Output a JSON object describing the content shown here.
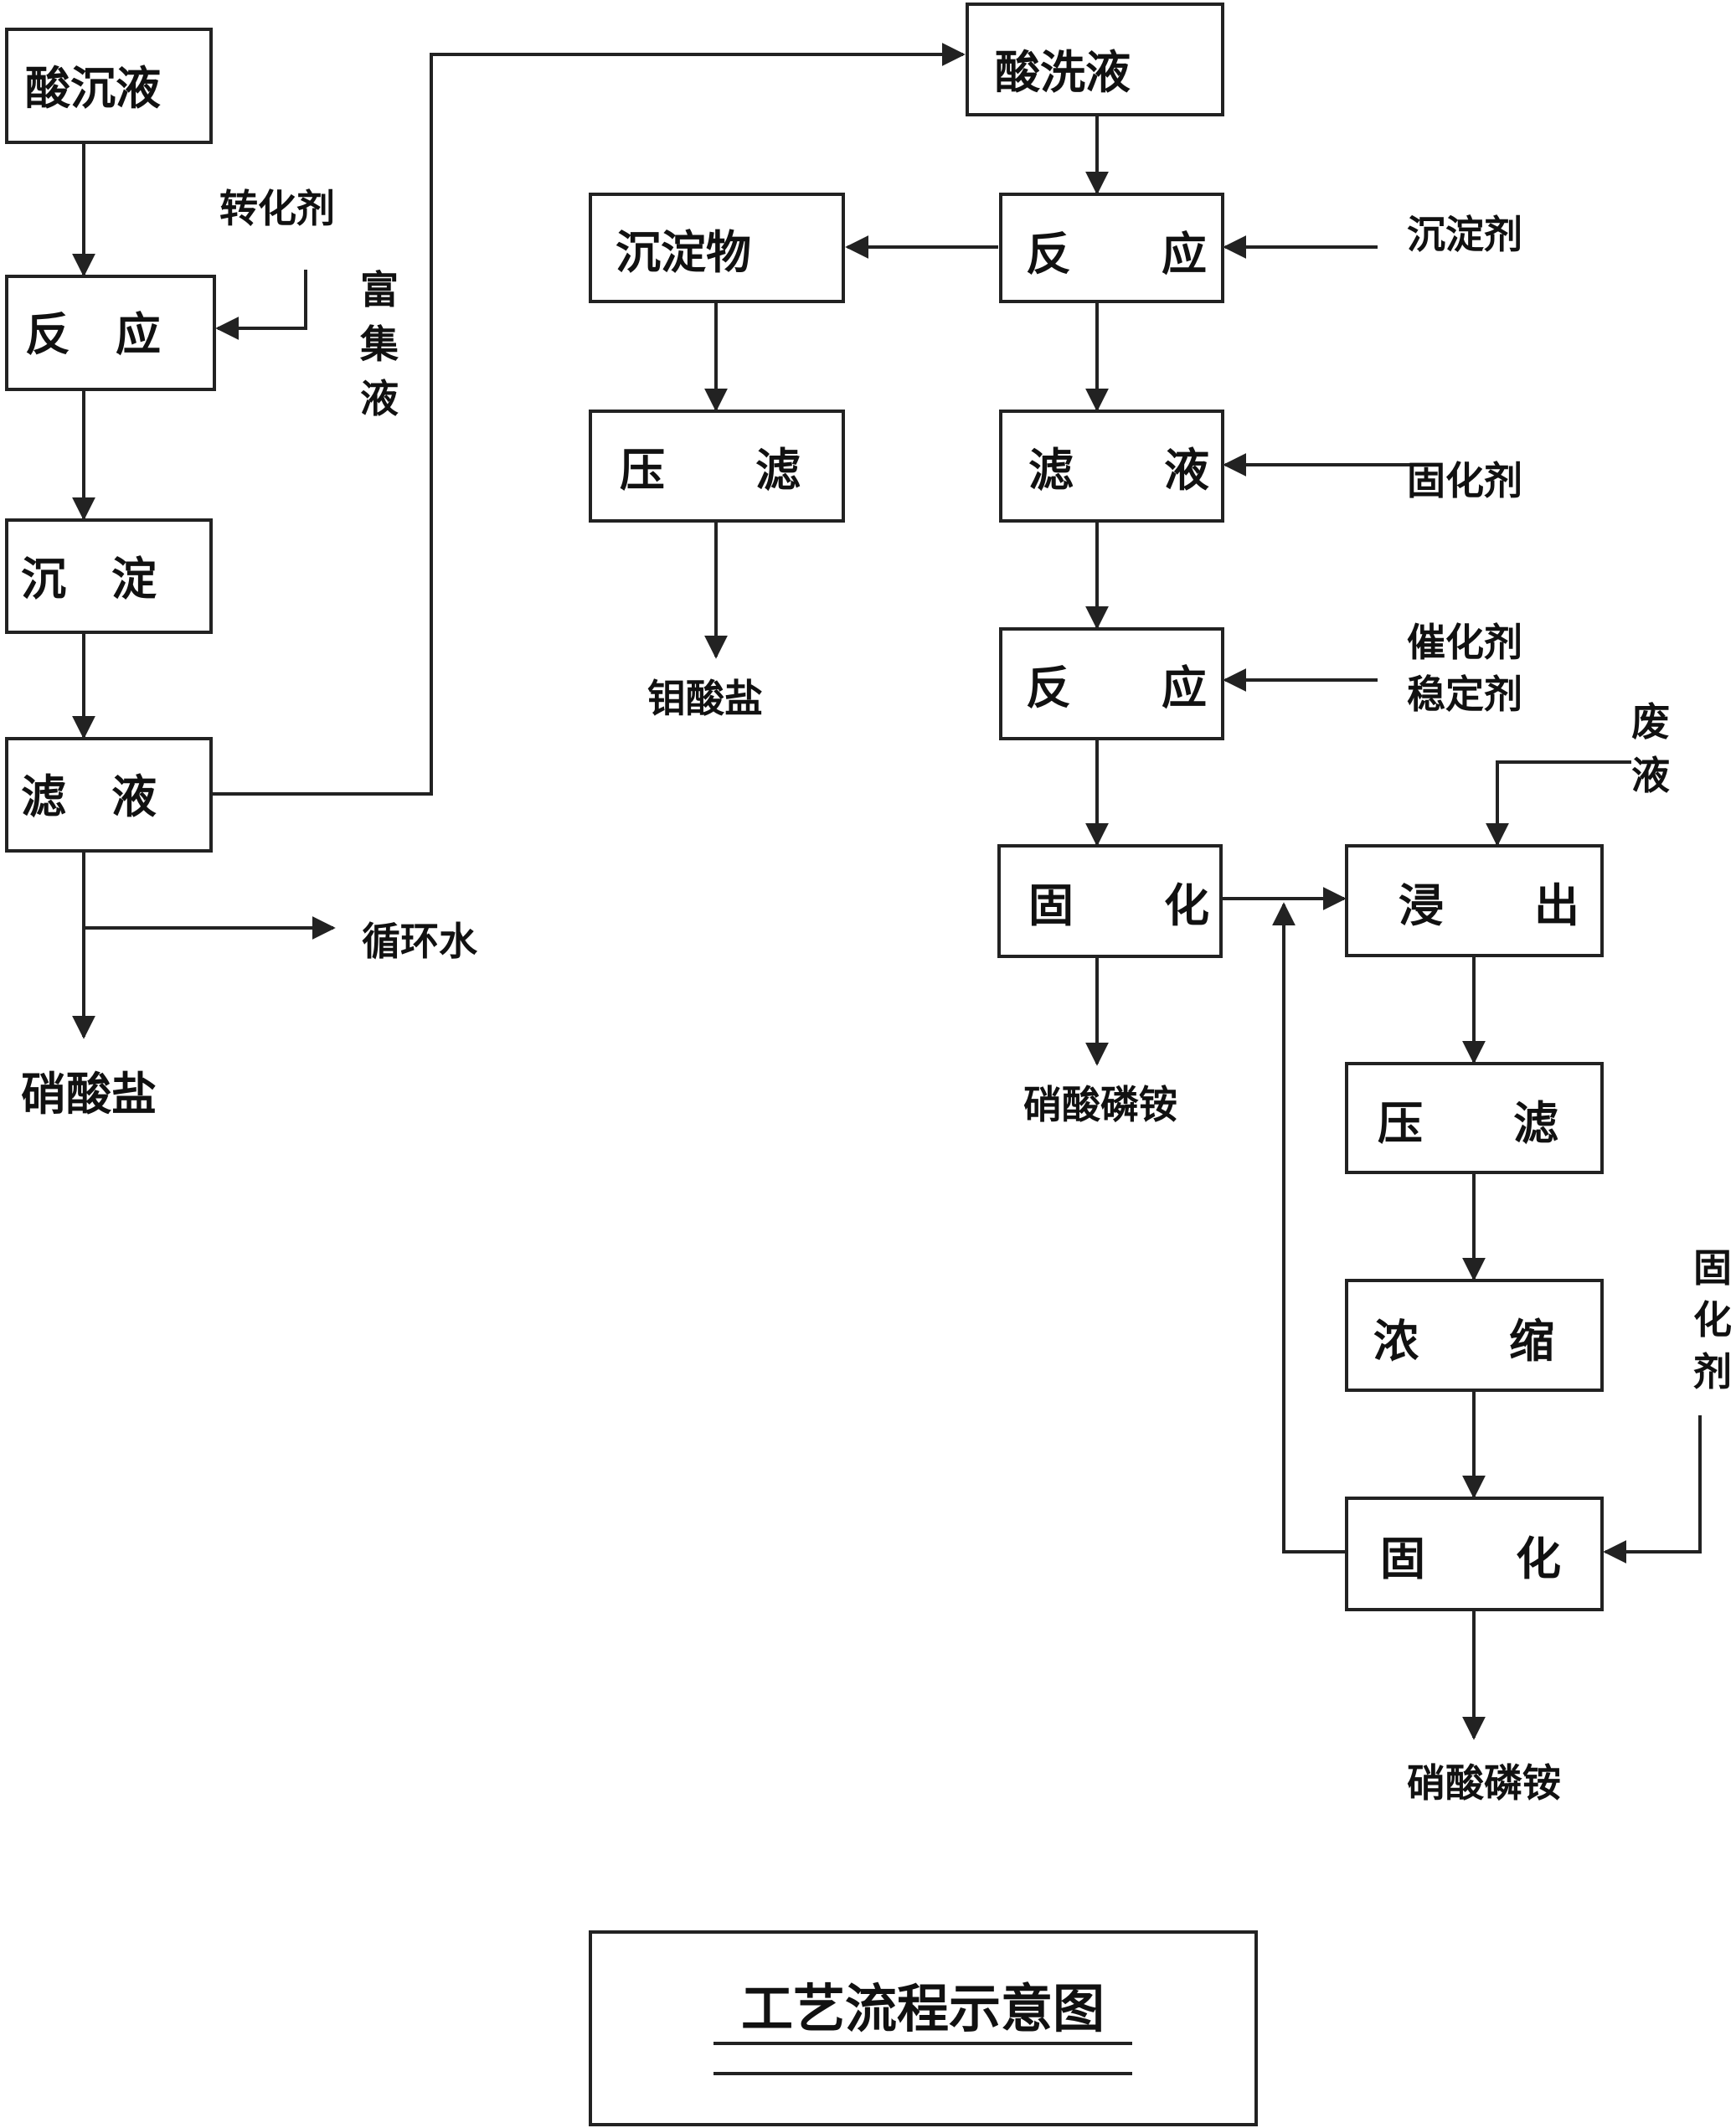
{
  "boxes": {
    "acid_precip": "酸沉液",
    "reaction_1": "反　应",
    "precipitate_1": "沉　淀",
    "filtrate_1": "滤　液",
    "acid_wash": "酸洗液",
    "reaction_2": "反　　应",
    "precipitate_solid": "沉淀物",
    "press_filter_1": "压　　滤",
    "filtrate_2": "滤　　液",
    "reaction_3": "反　　应",
    "solidify_1": "固　　化",
    "leach": "浸　　出",
    "press_filter_2": "压　　滤",
    "concentrate": "浓　　缩",
    "solidify_2": "固　　化"
  },
  "inputs": {
    "converter": "转化剂",
    "enriched": [
      "富",
      "集",
      "液"
    ],
    "precipitant": "沉淀剂",
    "curing_agent": "固化剂",
    "catalyst": "催化剂",
    "stabilizer": "稳定剂",
    "waste": [
      "废",
      "液"
    ],
    "curing_agent_vertical": [
      "固",
      "化",
      "剂"
    ]
  },
  "outputs": {
    "recycle_water": "循环水",
    "nitrate": "硝酸盐",
    "molybdate": "钼酸盐",
    "ammonium_1": "硝酸磷铵",
    "ammonium_2": "硝酸磷铵"
  },
  "title": "工艺流程示意图",
  "colors": {
    "line": "#222222",
    "background": "#ffffff"
  }
}
